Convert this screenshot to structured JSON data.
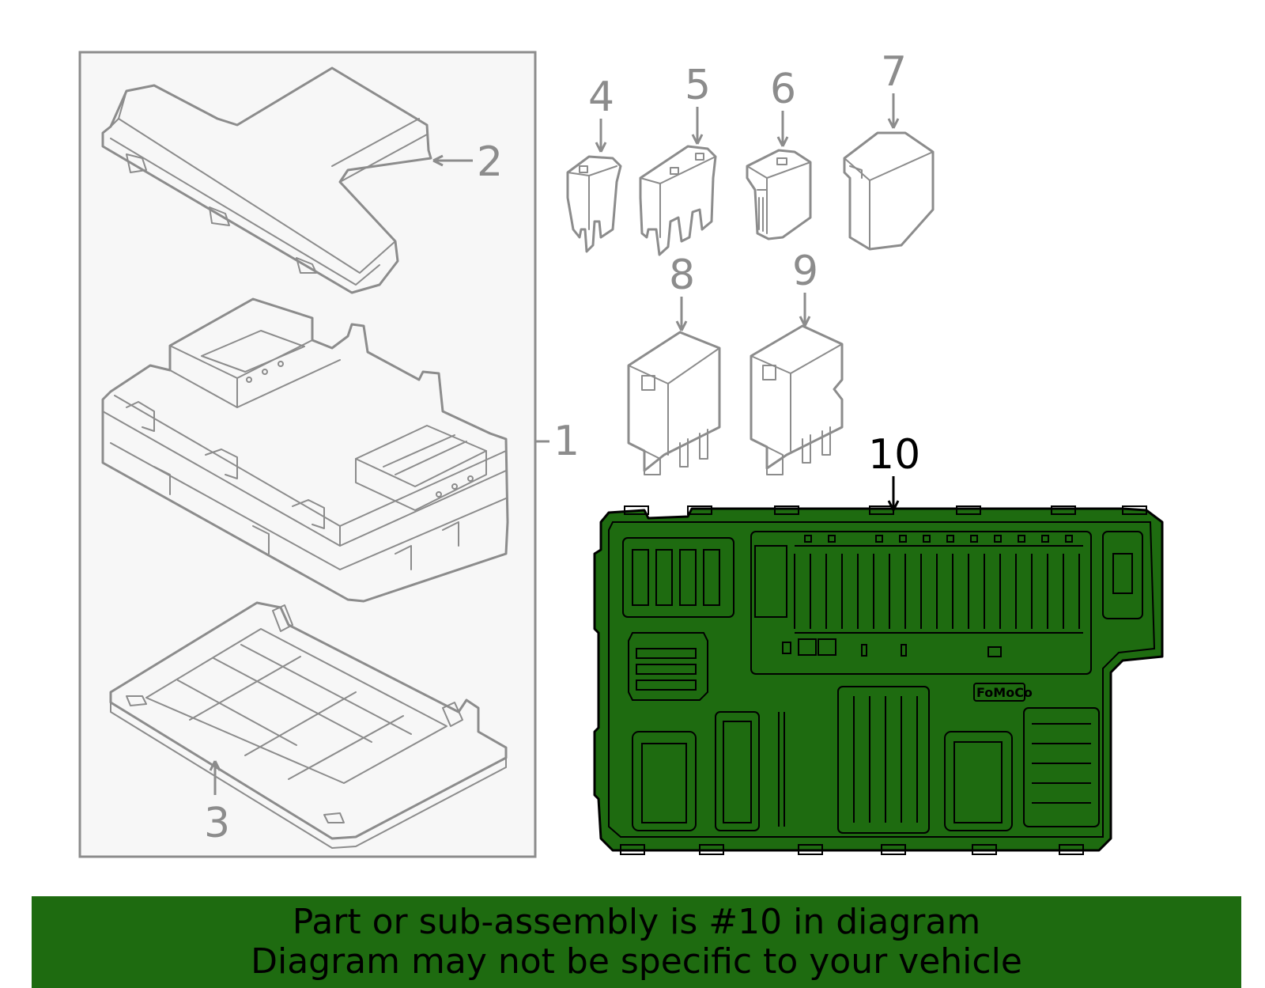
{
  "callouts": {
    "c1": "1",
    "c2": "2",
    "c3": "3",
    "c4": "4",
    "c5": "5",
    "c6": "6",
    "c7": "7",
    "c8": "8",
    "c9": "9",
    "c10": "10"
  },
  "board_logo": "FoMoCo",
  "banner": {
    "line1": "Part or sub-assembly is #10 in diagram",
    "line2": "Diagram may not be specific to your vehicle"
  },
  "colors": {
    "highlight": "#1e6b10",
    "line_art": "#8c8c8c",
    "group_box_fill": "#f7f7f7"
  }
}
